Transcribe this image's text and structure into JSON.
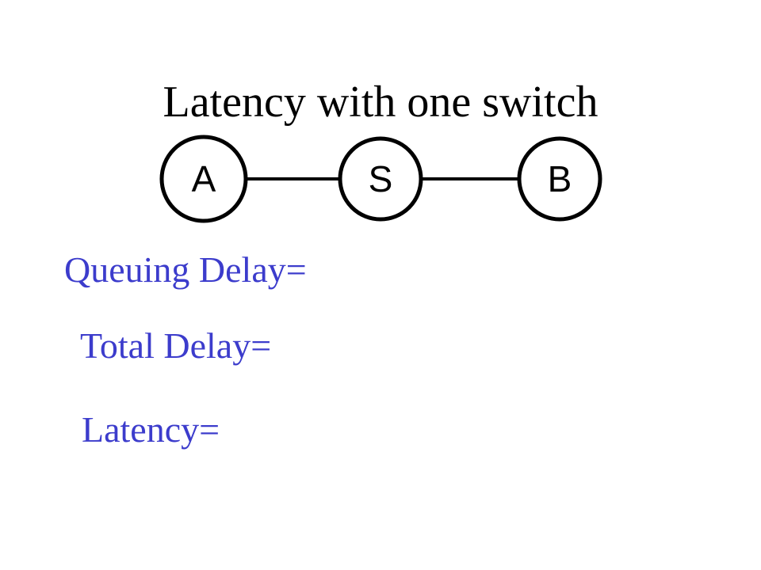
{
  "slide": {
    "title": "Latency with one switch"
  },
  "diagram": {
    "nodes": [
      {
        "id": "a",
        "label": "A"
      },
      {
        "id": "s",
        "label": "S"
      },
      {
        "id": "b",
        "label": "B"
      }
    ],
    "links": [
      {
        "from": "A",
        "to": "S"
      },
      {
        "from": "S",
        "to": "B"
      }
    ]
  },
  "formulas": {
    "queuing_delay": "Queuing Delay=",
    "total_delay": "Total Delay=",
    "latency": "Latency="
  },
  "colors": {
    "title": "#000000",
    "formula_text": "#3c3ccc",
    "node_stroke": "#000000",
    "node_fill": "#ffffff"
  }
}
